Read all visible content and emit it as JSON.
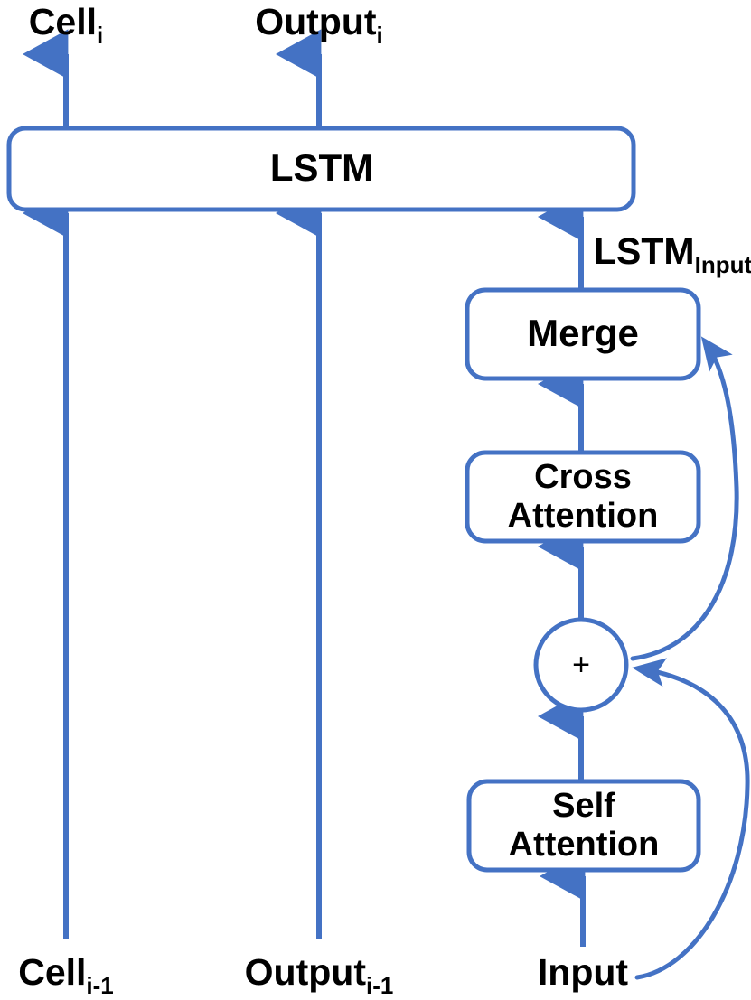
{
  "figure": {
    "type": "block-diagram",
    "title": "Attention-augmented LSTM cell block diagram",
    "background_color": "#ffffff",
    "line_color": "#4472c4",
    "text_color": "#000000"
  },
  "nodes": [
    {
      "id": "lstm",
      "label": "LSTM",
      "shape": "rounded-rect"
    },
    {
      "id": "merge",
      "label": "Merge",
      "shape": "rounded-rect"
    },
    {
      "id": "cross_attention",
      "line1": "Cross",
      "line2": "Attention",
      "shape": "rounded-rect"
    },
    {
      "id": "adder",
      "label": "+",
      "shape": "circle"
    },
    {
      "id": "self_attention",
      "line1": "Self",
      "line2": "Attention",
      "shape": "rounded-rect"
    }
  ],
  "edge_labels": [
    {
      "id": "lstm_input",
      "base": "LSTM",
      "sub": "Input"
    }
  ],
  "io_labels": {
    "top": [
      {
        "id": "cell_out",
        "base": "Cell",
        "sub": "i"
      },
      {
        "id": "output_out",
        "base": "Output",
        "sub": "i"
      }
    ],
    "bottom": [
      {
        "id": "cell_in",
        "base": "Cell",
        "sub": "i-1"
      },
      {
        "id": "output_in",
        "base": "Output",
        "sub": "i-1"
      },
      {
        "id": "input_in",
        "base": "Input",
        "sub": ""
      }
    ]
  },
  "connections": [
    {
      "from": "lstm",
      "to": "cell_out",
      "style": "straight-arrow",
      "direction": "up"
    },
    {
      "from": "lstm",
      "to": "output_out",
      "style": "straight-arrow",
      "direction": "up"
    },
    {
      "from": "cell_in",
      "to": "lstm",
      "style": "straight-arrow",
      "direction": "up"
    },
    {
      "from": "output_in",
      "to": "lstm",
      "style": "straight-arrow",
      "direction": "up"
    },
    {
      "from": "merge",
      "to": "lstm",
      "style": "straight-arrow",
      "direction": "up",
      "label": "lstm_input"
    },
    {
      "from": "cross_attention",
      "to": "merge",
      "style": "straight-arrow",
      "direction": "up"
    },
    {
      "from": "adder",
      "to": "cross_attention",
      "style": "straight-arrow",
      "direction": "up"
    },
    {
      "from": "self_attention",
      "to": "adder",
      "style": "straight-arrow",
      "direction": "up"
    },
    {
      "from": "input_in",
      "to": "self_attention",
      "style": "straight-arrow",
      "direction": "up"
    },
    {
      "from": "adder",
      "to": "merge",
      "style": "curved-arrow",
      "direction": "right-loop"
    },
    {
      "from": "input_in",
      "to": "adder",
      "style": "curved-arrow",
      "direction": "right-loop"
    }
  ]
}
